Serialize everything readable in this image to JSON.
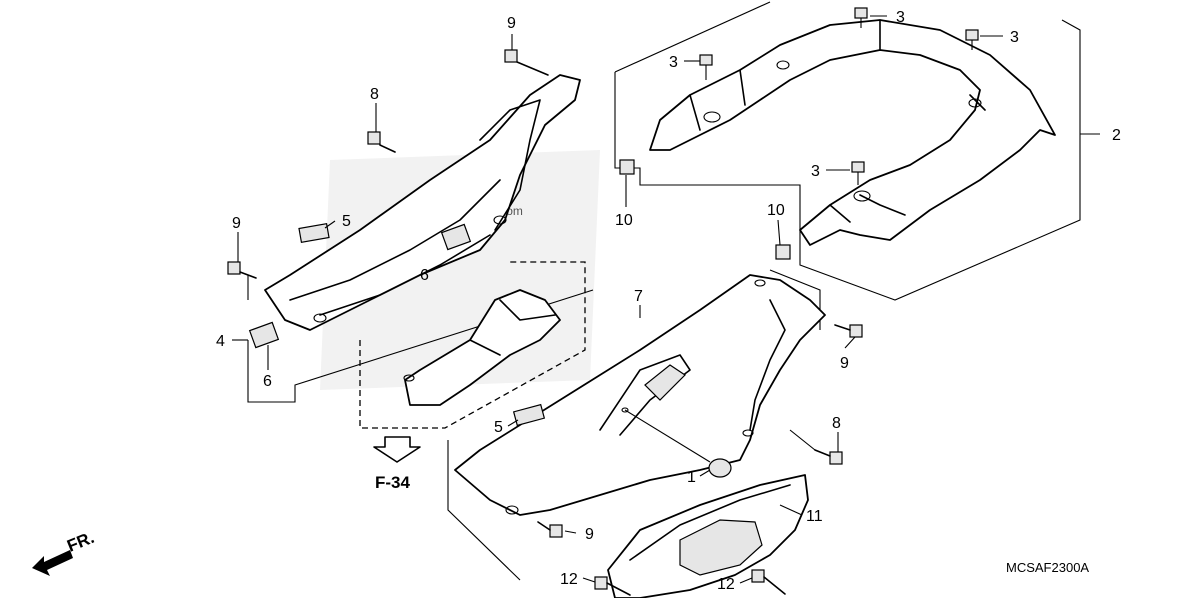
{
  "diagram_code": "MCSAF2300A",
  "reference_page": "F-34",
  "front_label": "FR.",
  "watermark": "© Partzilla.com",
  "callouts": {
    "c1": "1",
    "c2": "2",
    "c3a": "3",
    "c3b": "3",
    "c3c": "3",
    "c3d": "3",
    "c4": "4",
    "c5a": "5",
    "c5b": "5",
    "c6a": "6",
    "c6b": "6",
    "c7": "7",
    "c8a": "8",
    "c8b": "8",
    "c9a": "9",
    "c9b": "9",
    "c9c": "9",
    "c9d": "9",
    "c10a": "10",
    "c10b": "10",
    "c11": "11",
    "c12a": "12",
    "c12b": "12"
  }
}
